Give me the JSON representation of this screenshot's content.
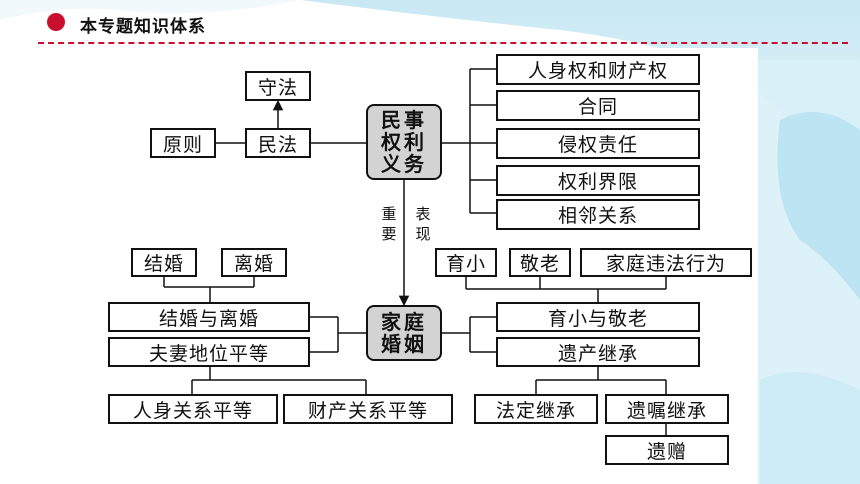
{
  "header": {
    "title": "本专题知识体系"
  },
  "diagram": {
    "hub_civil": "民事权利义务",
    "hub_family": "家庭婚姻",
    "civil_law": "民法",
    "principle": "原则",
    "abide_law": "守法",
    "rights": [
      "人身权和财产权",
      "合同",
      "侵权责任",
      "权利界限",
      "相邻关系"
    ],
    "link_left": "重要",
    "link_right": "表现",
    "marriage_top": [
      "结婚",
      "离婚"
    ],
    "marriage_left": [
      "结婚与离婚",
      "夫妻地位平等"
    ],
    "equality": [
      "人身关系平等",
      "财产关系平等"
    ],
    "family_top": [
      "育小",
      "敬老",
      "家庭违法行为"
    ],
    "family_right": [
      "育小与敬老",
      "遗产继承"
    ],
    "inheritance": [
      "法定继承",
      "遗嘱继承"
    ],
    "bequest": "遗赠"
  },
  "colors": {
    "accent": "#c8102e",
    "hub_fill": "#d3d3d3",
    "line": "#111111"
  }
}
